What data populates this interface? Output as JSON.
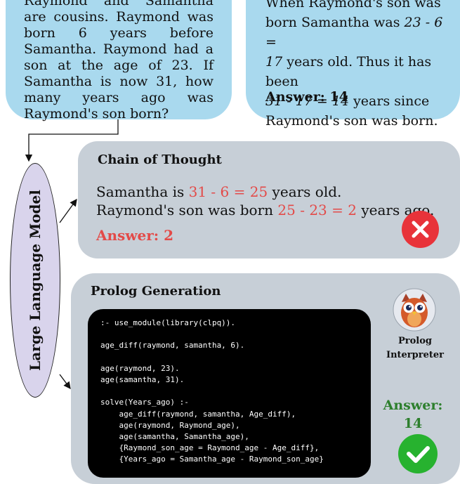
{
  "question": {
    "text": "Raymond and Samantha are cousins. Raymond was born 6 years before Samantha. Raymond had a son at the age of 23. If Samantha is now 31, how many years ago was Raymond's son born?"
  },
  "solution": {
    "line1": "When Raymond's son was",
    "line2_pre": "born Samantha was ",
    "line2_eq": "23 - 6 =",
    "line3_eq": "17",
    "line3_post": " years old. Thus it has been",
    "line4_eq": "31 - 17 = 14",
    "line4_post": " years since",
    "line5": "Raymond's son was born.",
    "answer_label": "Answer",
    "answer_value": ": 14"
  },
  "llm": {
    "label": "Large Language Model"
  },
  "chain_of_thought": {
    "title": "Chain of Thought",
    "line1_pre": "Samantha is ",
    "line1_eq": "31 - 6 = 25",
    "line1_post": " years old.",
    "line2_pre": "Raymond's son was born ",
    "line2_eq": "25 - 23 = 2",
    "line2_post": " years ago.",
    "answer": "Answer: 2",
    "result_icon": "cross-icon"
  },
  "prolog": {
    "title": "Prolog Generation",
    "code": ":- use_module(library(clpq)).\n\nage_diff(raymond, samantha, 6).\n\nage(raymond, 23).\nage(samantha, 31).\n\nsolve(Years_ago) :-\n    age_diff(raymond, samantha, Age_diff),\n    age(raymond, Raymond_age),\n    age(samantha, Samantha_age),\n    {Raymond_son_age = Raymond_age - Age_diff},\n    {Years_ago = Samantha_age - Raymond_son_age}",
    "interpreter_label": "Prolog Interpreter",
    "answer_label": "Answer:",
    "answer_value": "14",
    "result_icon": "check-icon"
  },
  "colors": {
    "blue_bubble": "#a9d9ee",
    "gray_bubble": "#c7cfd7",
    "llm_ellipse": "#d9d4ec",
    "wrong_red": "#e34a48",
    "correct_green": "#2d7f2d"
  }
}
